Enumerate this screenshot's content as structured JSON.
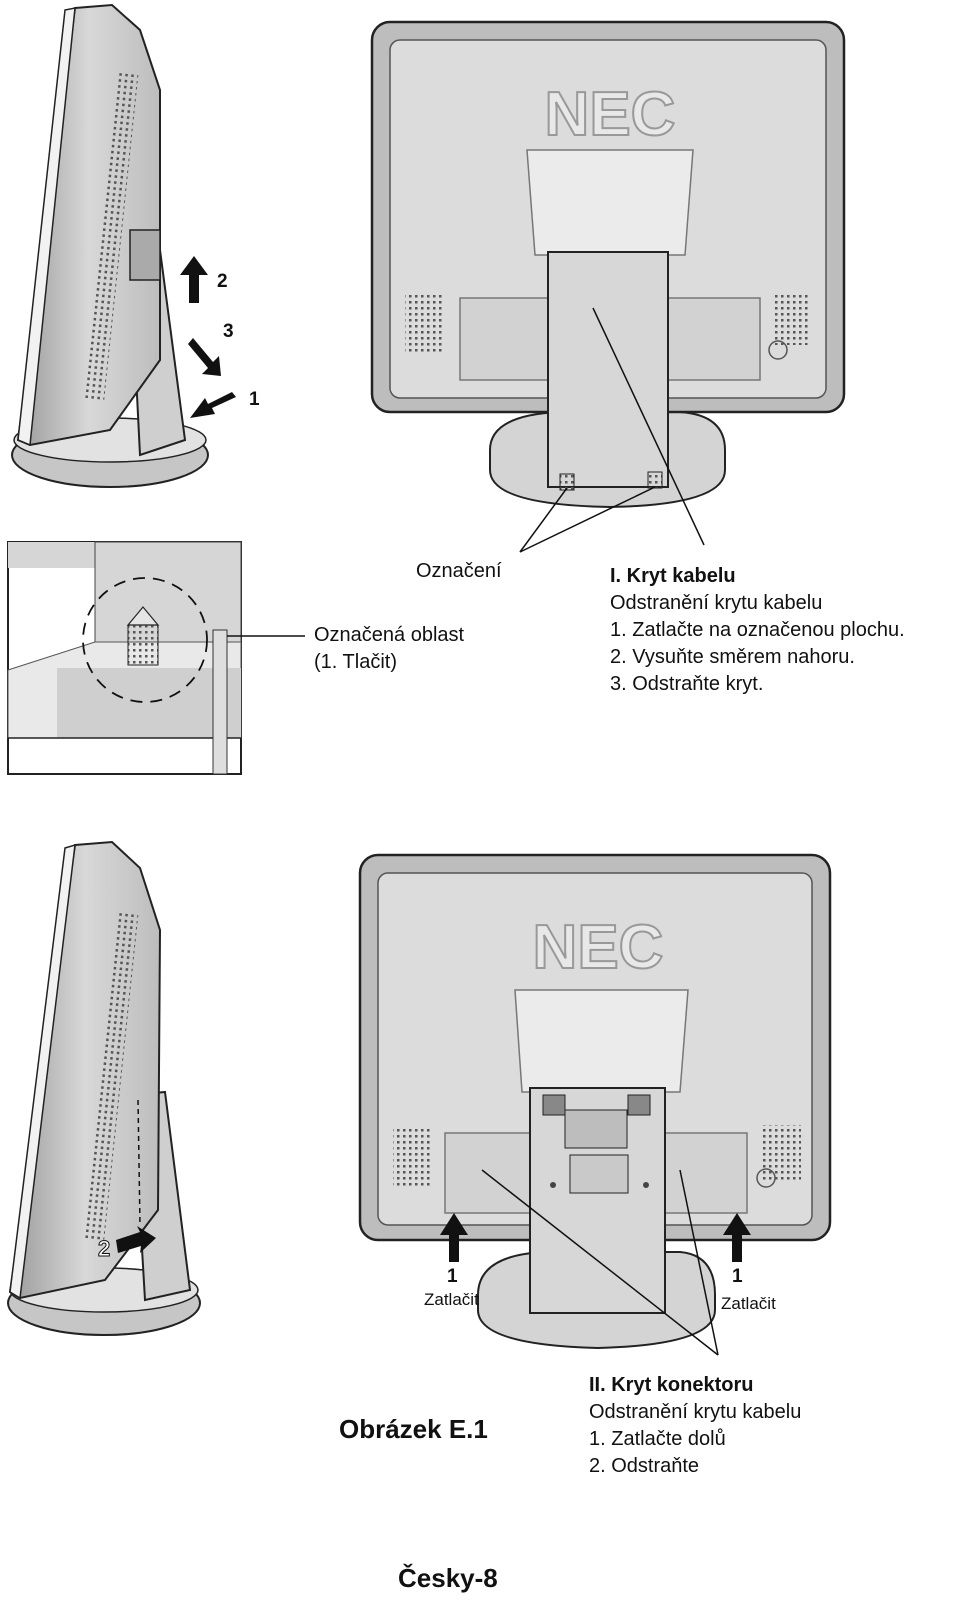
{
  "logo_text": "NEC",
  "section1": {
    "title": "I. Kryt kabelu",
    "subtitle": "Odstranění krytu kabelu",
    "steps": [
      "1. Zatlačte na označenou plochu.",
      "2. Vysuňte směrem nahoru.",
      "3. Odstraňte kryt."
    ],
    "arrow_labels": [
      "2",
      "3",
      "1"
    ],
    "marking_label": "Označení",
    "area_label": "Označená oblast",
    "area_sublabel": "(1. Tlačit)"
  },
  "section2": {
    "title": "II. Kryt konektoru",
    "subtitle": "Odstranění krytu kabelu",
    "steps": [
      "1. Zatlačte dolů",
      "2. Odstraňte"
    ],
    "arrow_label_side": "2",
    "push_number": "1",
    "push_label": "Zatlačit"
  },
  "figure_caption": "Obrázek E.1",
  "page_footer": "Česky-8"
}
